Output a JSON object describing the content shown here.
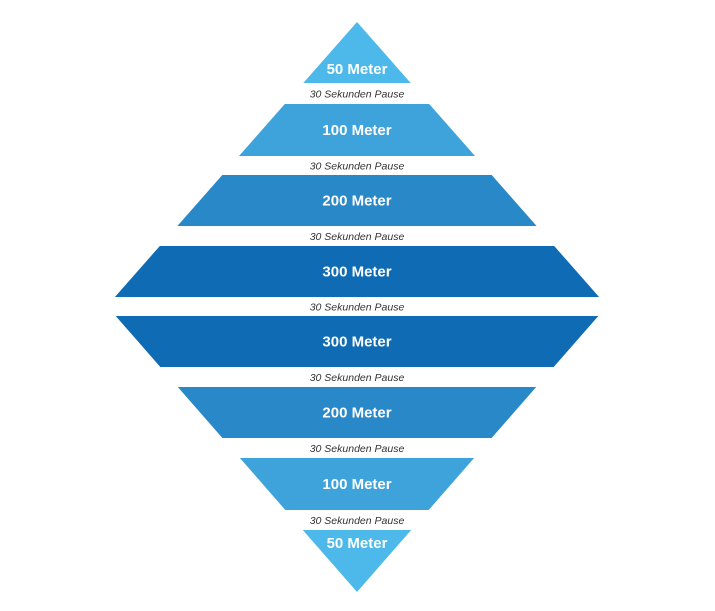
{
  "pyramid": {
    "segments": [
      {
        "label": "50 Meter",
        "level": 1,
        "color": "#4db8ea"
      },
      {
        "label": "100 Meter",
        "level": 2,
        "color": "#3ea3da"
      },
      {
        "label": "200 Meter",
        "level": 3,
        "color": "#2888c8"
      },
      {
        "label": "300 Meter",
        "level": 4,
        "color": "#0f6bb3"
      },
      {
        "label": "300 Meter",
        "level": 4,
        "color": "#0f6bb3"
      },
      {
        "label": "200 Meter",
        "level": 3,
        "color": "#2888c8"
      },
      {
        "label": "100 Meter",
        "level": 2,
        "color": "#3ea3da"
      },
      {
        "label": "50 Meter",
        "level": 1,
        "color": "#4db8ea"
      }
    ],
    "pauses": [
      "30 Sekunden Pause",
      "30 Sekunden Pause",
      "30 Sekunden Pause",
      "30 Sekunden Pause",
      "30 Sekunden Pause",
      "30 Sekunden Pause",
      "30 Sekunden Pause"
    ]
  }
}
